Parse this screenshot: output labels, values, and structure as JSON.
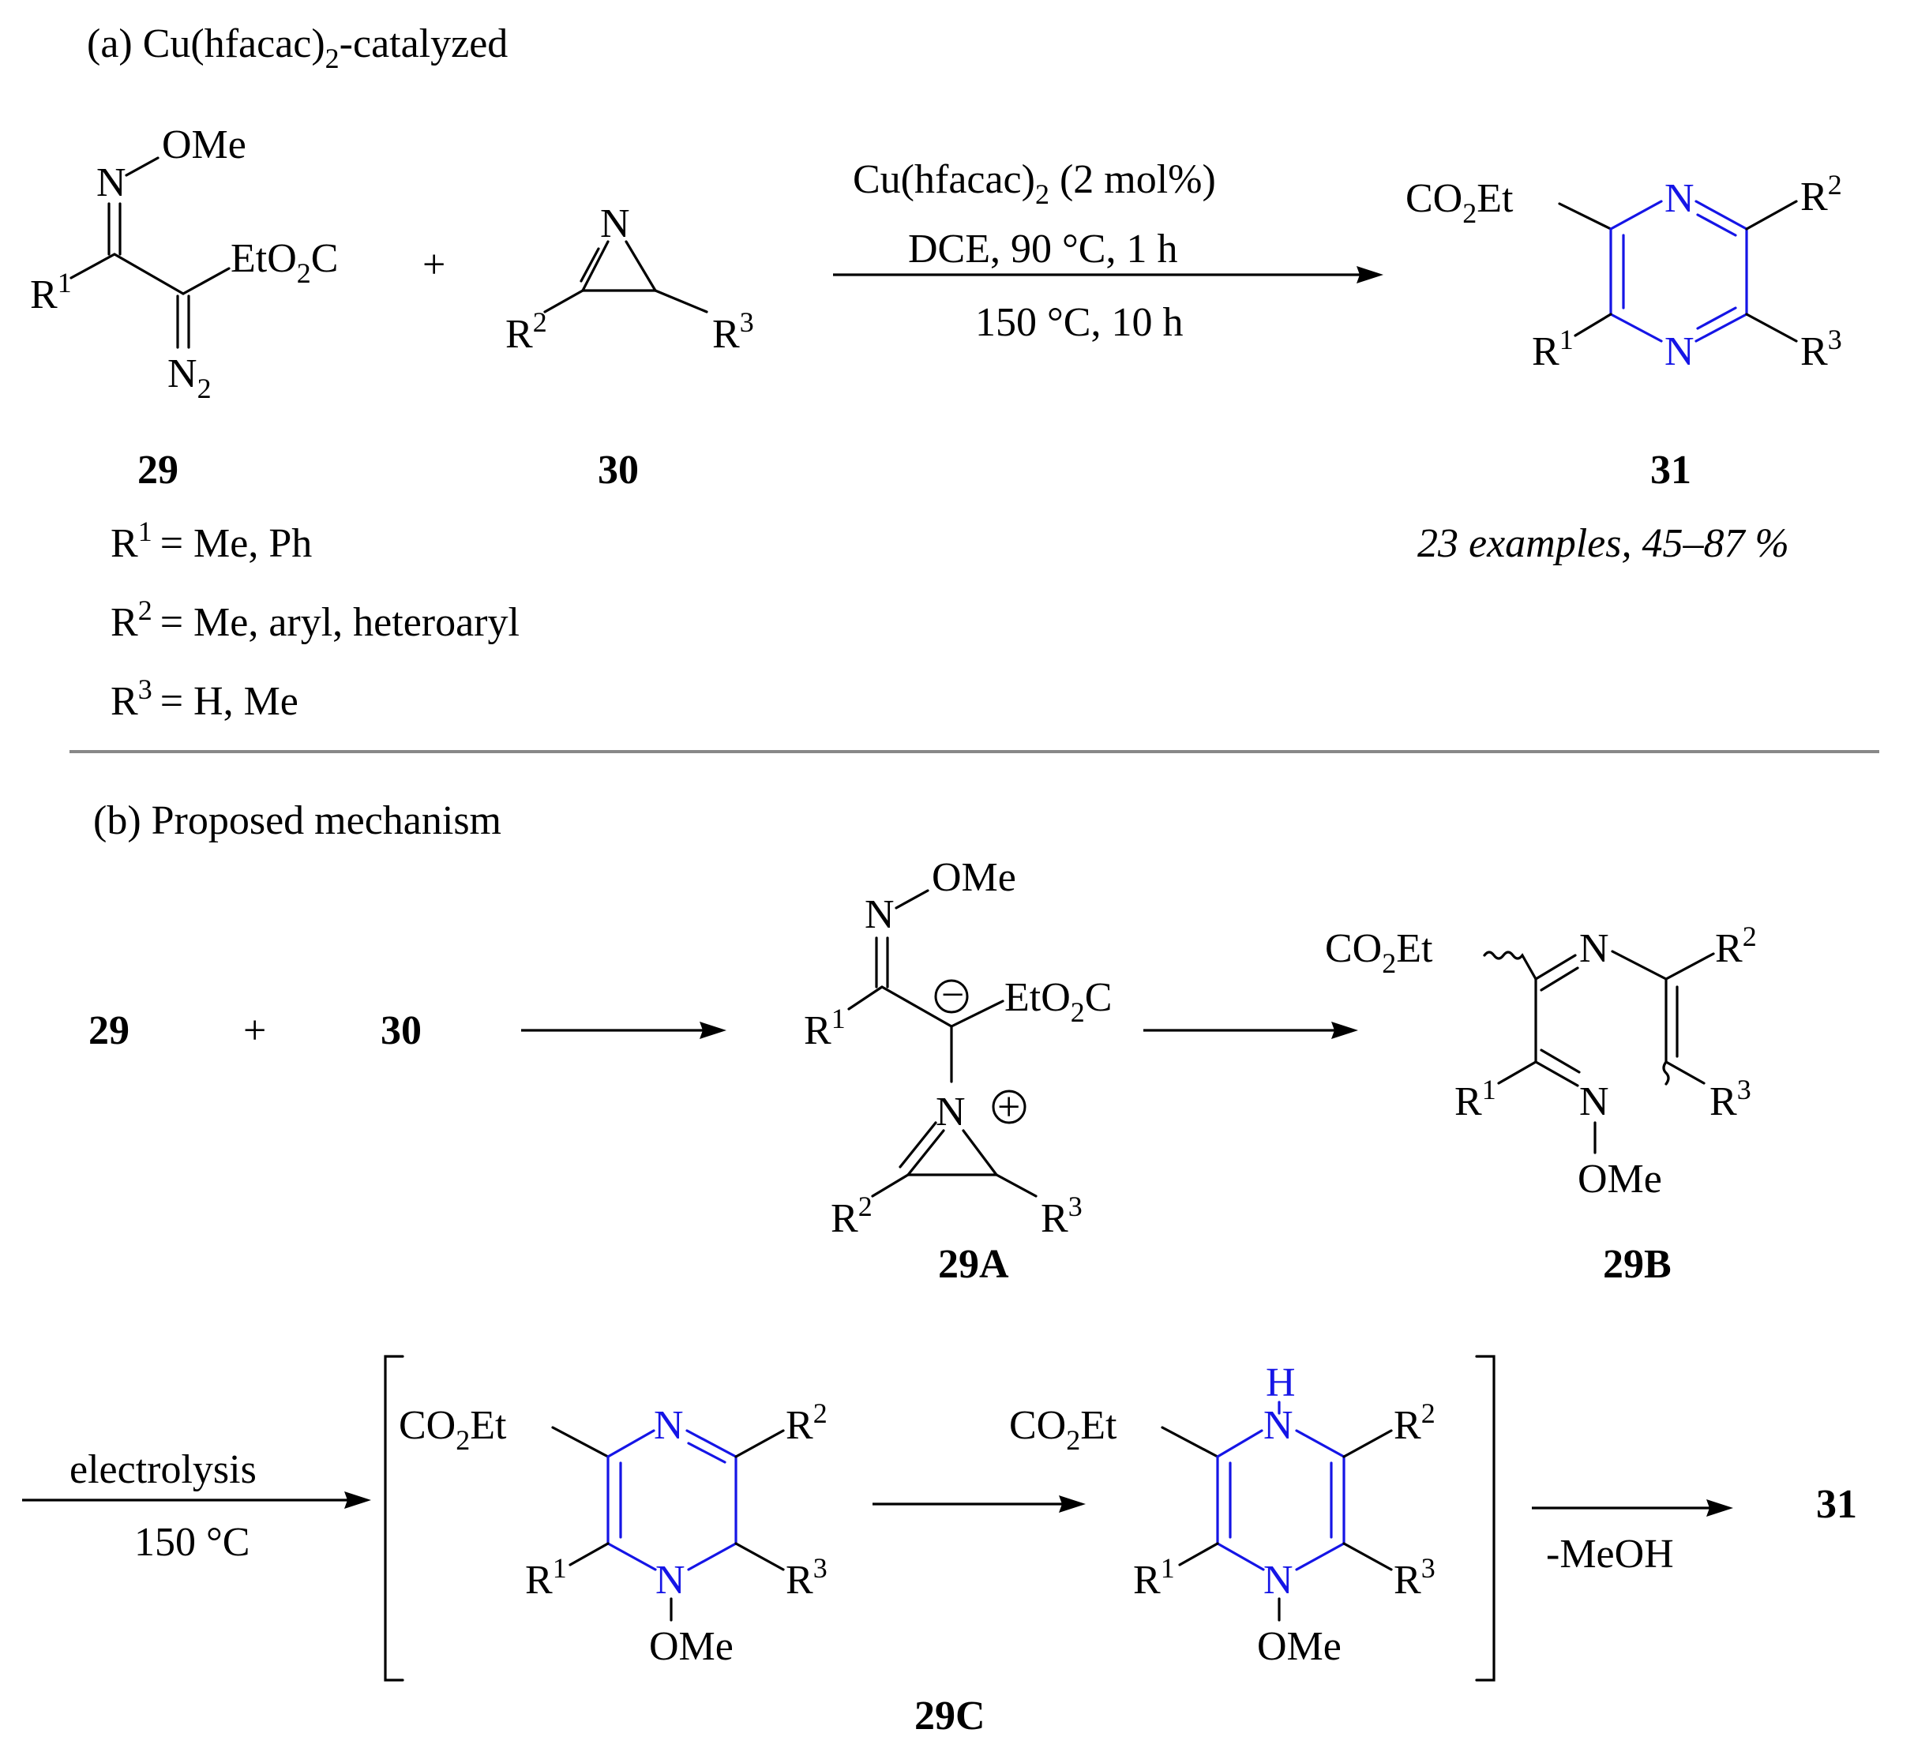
{
  "panel_a": {
    "title_pre": "(a) Cu(hfacac)",
    "title_sub": "2",
    "title_post": "-catalyzed",
    "conditions_line1_pre": "Cu(hfacac)",
    "conditions_line1_sub": "2",
    "conditions_line1_post": " (2 mol%)",
    "conditions_line2": "DCE, 90 °C, 1 h",
    "conditions_line3": "150 °C, 10 h",
    "compound_29": "29",
    "compound_30": "30",
    "compound_31": "31",
    "plus": "+",
    "examples": "23 examples, 45–87 %",
    "r1_def": "= Me, Ph",
    "r2_def": "= Me, aryl, heteroaryl",
    "r3_def": "= H, Me"
  },
  "panel_b": {
    "title": "(b) Proposed mechanism",
    "reactant_29": "29",
    "plus": "+",
    "reactant_30": "30",
    "int_29A": "29A",
    "int_29B": "29B",
    "int_29C": "29C",
    "electrolysis": "electrolysis",
    "electrolysis_temp": "150 °C",
    "minus_meoh": "-MeOH",
    "product_31": "31"
  },
  "labels": {
    "N": "N",
    "H": "H",
    "OMe": "OMe",
    "R": "R",
    "one": "1",
    "two": "2",
    "three": "3",
    "CO2Et_pre": "CO",
    "CO2Et_post": "Et",
    "EtO2C_pre": "EtO",
    "EtO2C_post": "C",
    "N2_sub": "2",
    "minus": "−",
    "plus_charge": "+"
  },
  "colors": {
    "ring_blue": "#1515e6",
    "rule_gray": "#888888"
  }
}
